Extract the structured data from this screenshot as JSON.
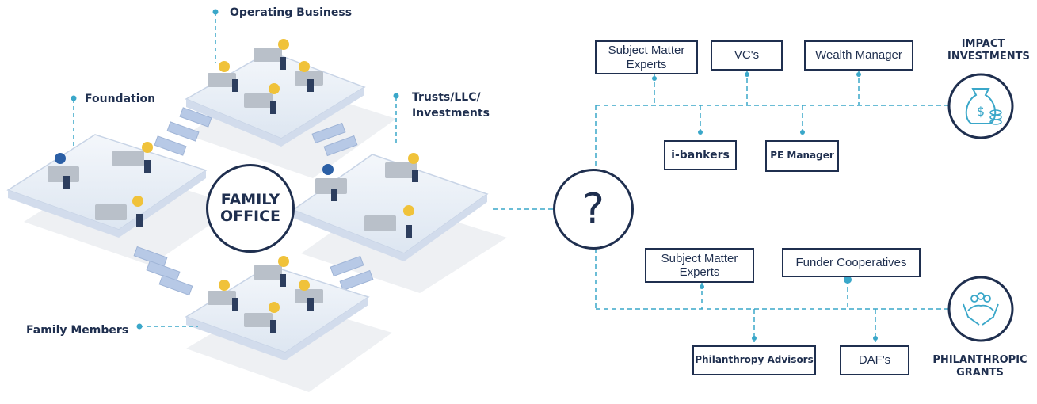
{
  "center_label": "FAMILY\nOFFICE",
  "question_mark": "?",
  "left_labels": {
    "operating_business": "Operating Business",
    "foundation": "Foundation",
    "trusts": "Trusts/LLC/\nInvestments",
    "family_members": "Family Members"
  },
  "impact": {
    "title": "IMPACT\nINVESTMENTS",
    "icon": "money-bag-icon",
    "boxes": {
      "subject_matter_experts": "Subject Matter\nExperts",
      "vcs": "VC's",
      "wealth_manager": "Wealth Manager",
      "i_bankers": "i-bankers",
      "pe_manager": "PE Manager"
    }
  },
  "philanthropic": {
    "title": "PHILANTHROPIC\nGRANTS",
    "icon": "people-in-hands-icon",
    "boxes": {
      "subject_matter_experts": "Subject Matter\nExperts",
      "funder_cooperatives": "Funder Cooperatives",
      "philanthropy_advisors": "Philanthropy Advisors",
      "dafs": "DAF's"
    }
  },
  "colors": {
    "navy": "#1f2f4f",
    "teal": "#3aa7c9",
    "platform": "#e9eef6",
    "floor": "#cdd9ea"
  }
}
